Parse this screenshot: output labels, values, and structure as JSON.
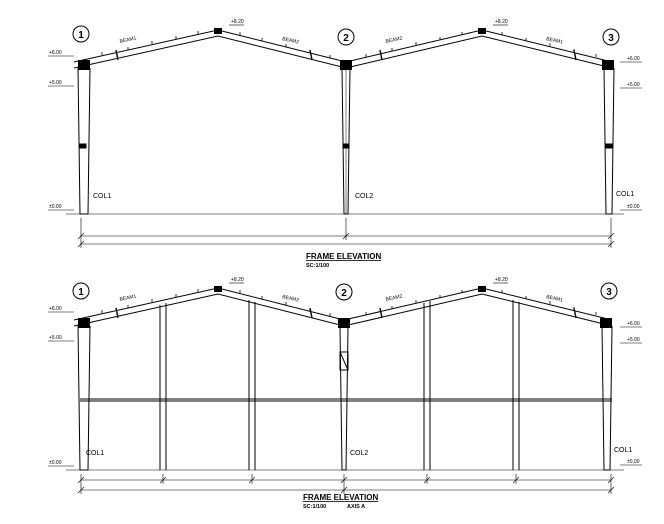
{
  "frame1": {
    "title": "FRAME ELEVATION",
    "scale": "SC:1/100",
    "grid": [
      "1",
      "2",
      "3"
    ],
    "beam_labels": [
      "BEAM1",
      "BEAM2",
      "BEAM2",
      "BEAM1"
    ],
    "col_labels": [
      "COL1",
      "COL2",
      "COL1"
    ],
    "left_levels": [
      "+6.00",
      "+5.00",
      "±0.00"
    ],
    "right_levels": [
      "+6.00",
      "+5.00",
      "±0.00"
    ],
    "ridge_levels": [
      "+8.20",
      "+8.20"
    ]
  },
  "frame2": {
    "title": "FRAME ELEVATION",
    "scale": "SC:1/100",
    "axis": "AXIS A",
    "grid": [
      "1",
      "2",
      "3"
    ],
    "beam_labels": [
      "BEAM1",
      "BEAM2",
      "BEAM2",
      "BEAM1"
    ],
    "col_labels": [
      "COL1",
      "COL2",
      "COL1"
    ],
    "left_levels": [
      "+6.00",
      "+5.00",
      "±0.00"
    ],
    "right_levels": [
      "+6.00",
      "+5.00",
      "±0.00"
    ],
    "ridge_levels": [
      "+8.20",
      "+8.20"
    ]
  }
}
